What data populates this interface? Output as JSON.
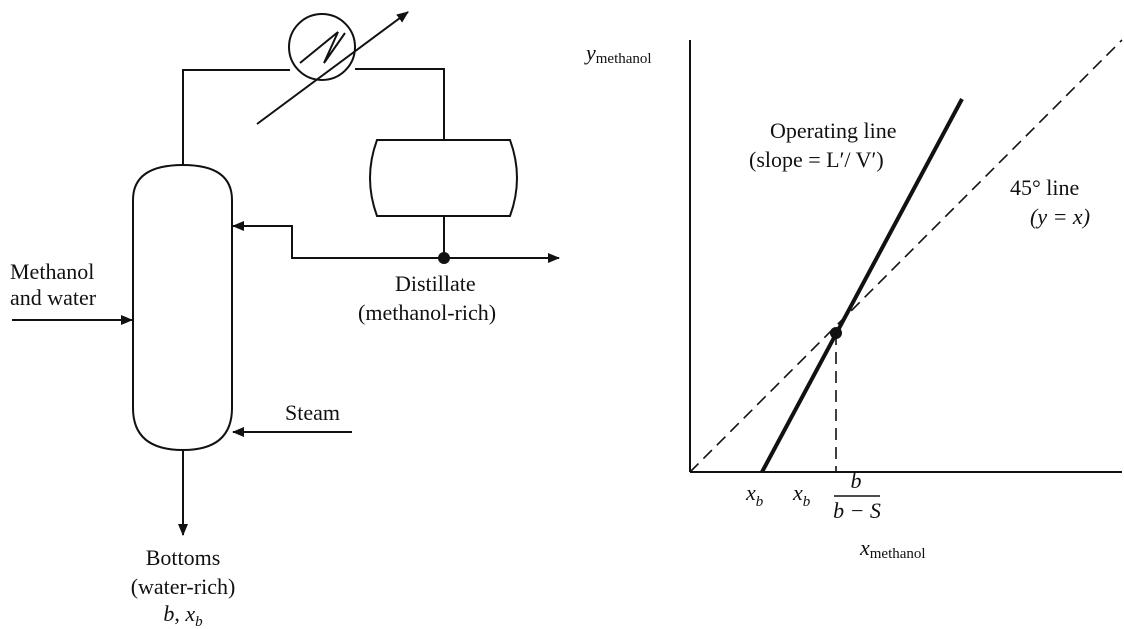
{
  "flowsheet": {
    "feed_line1": "Methanol",
    "feed_line2": "and water",
    "steam": "Steam",
    "distillate_line1": "Distillate",
    "distillate_line2": "(methanol-rich)",
    "bottoms_line1": "Bottoms",
    "bottoms_line2": "(water-rich)",
    "bottoms_b": "b",
    "bottoms_sep": ", ",
    "bottoms_x": "x",
    "bottoms_x_sub": "b"
  },
  "plot": {
    "y_axis_var": "y",
    "y_axis_sub": "methanol",
    "x_axis_var": "x",
    "x_axis_sub": "methanol",
    "operating_line_title": "Operating line",
    "operating_line_slope": "(slope = L′/ V′)",
    "diag_line_title": "45° line",
    "diag_line_eq": "(y = x)",
    "tick1_var": "x",
    "tick1_sub": "b",
    "tick2_var": "x",
    "tick2_sub": "b",
    "tick2_num": "b",
    "tick2_den": "b − S",
    "line_style": "operating line solid bold, 45° line dashed"
  }
}
